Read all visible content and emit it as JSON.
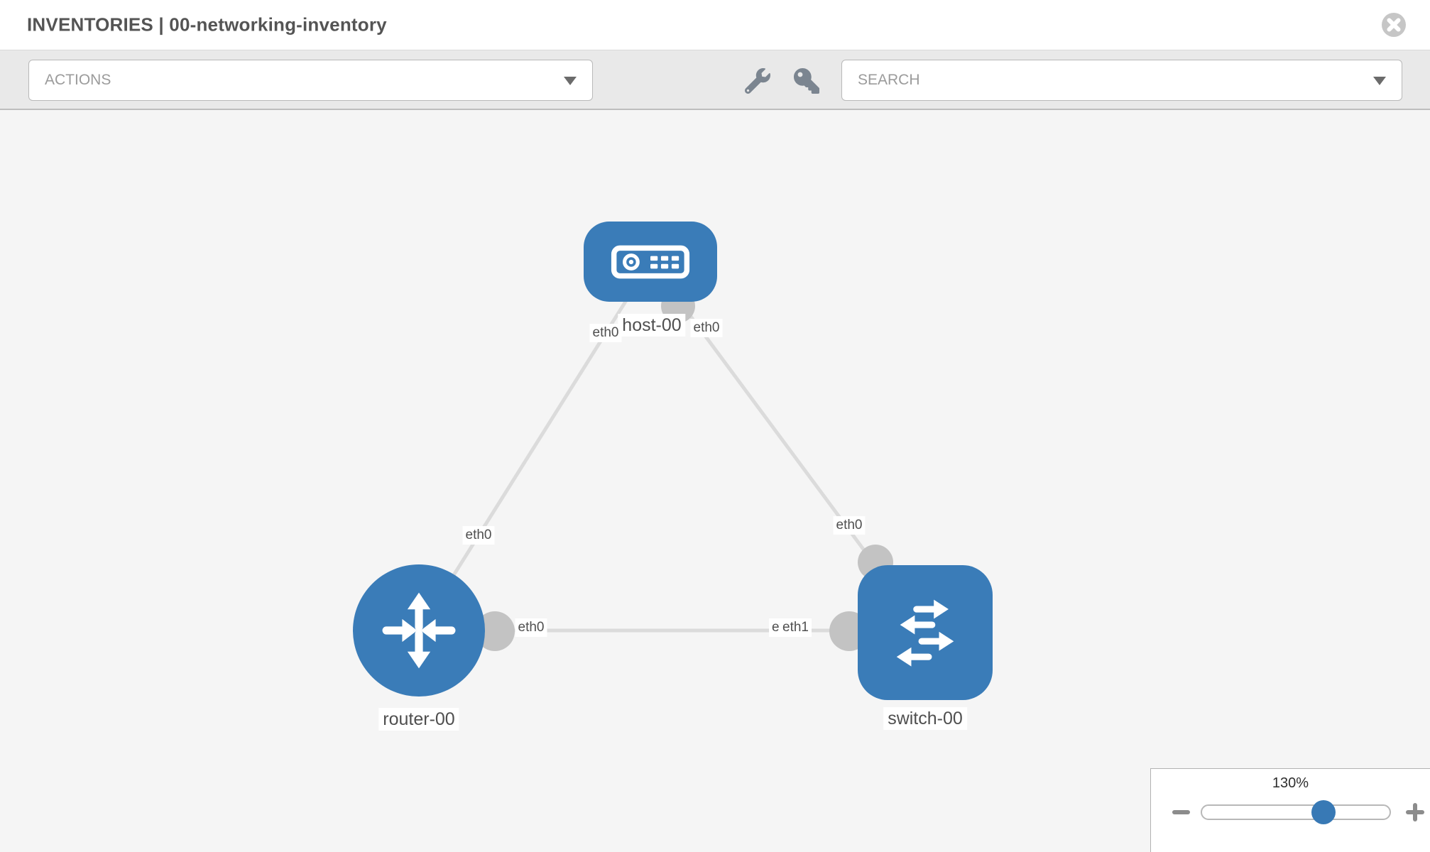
{
  "header": {
    "title": "INVENTORIES | 00-networking-inventory"
  },
  "toolbar": {
    "actions_label": "ACTIONS",
    "search_label": "SEARCH",
    "icons": [
      "wrench-icon",
      "key-icon"
    ]
  },
  "topology": {
    "nodes": [
      {
        "label": "host-00",
        "type": "host",
        "icon": "host-icon"
      },
      {
        "label": "router-00",
        "type": "router",
        "icon": "router-icon"
      },
      {
        "label": "switch-00",
        "type": "switch",
        "icon": "switch-icon"
      }
    ],
    "links": [
      {
        "from": "host-00",
        "to": "router-00"
      },
      {
        "from": "host-00",
        "to": "switch-00"
      },
      {
        "from": "router-00",
        "to": "switch-00"
      }
    ],
    "interface_labels": {
      "l1_host_end": "eth0",
      "l1_router_end": "eth0",
      "l2_host_end": "eth0",
      "l2_switch_end": "eth0",
      "l3_router_end": "eth0",
      "l3_switch_end_hidden": "eth0",
      "l3_switch_end": "eth1"
    }
  },
  "zoom": {
    "level": "130%",
    "icons": [
      "minus-icon",
      "plus-icon"
    ]
  },
  "colors": {
    "node_blue": "#3a7cb8",
    "link_gray": "#dbdbdb",
    "dot_gray": "#c3c3c3",
    "toolbar_gray": "#e9e9e9",
    "canvas_gray": "#f5f5f5",
    "text_dark": "#4f4f4f"
  }
}
